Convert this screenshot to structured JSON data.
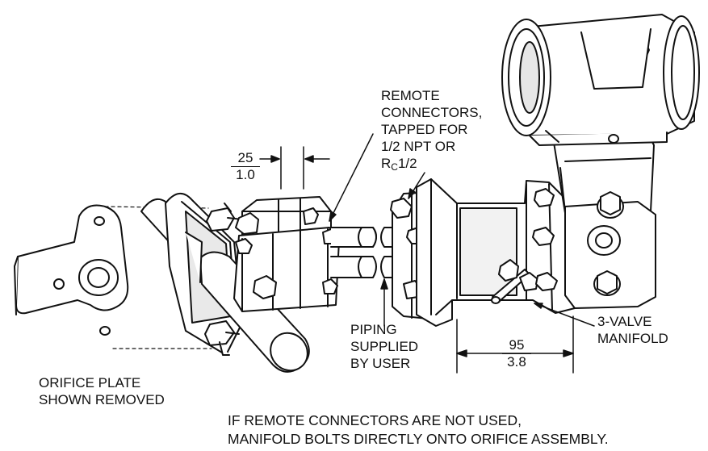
{
  "labels": {
    "remote_connectors": [
      "REMOTE",
      "CONNECTORS,",
      "TAPPED FOR",
      "1/2 NPT OR"
    ],
    "rc_prefix": "R",
    "rc_sub": "C",
    "rc_suffix": "1/2",
    "piping": [
      "PIPING",
      "SUPPLIED",
      "BY USER"
    ],
    "manifold": [
      "3-VALVE",
      "MANIFOLD"
    ],
    "orifice": [
      "ORIFICE PLATE",
      "SHOWN REMOVED"
    ],
    "note": [
      "IF REMOTE CONNECTORS ARE NOT USED,",
      "MANIFOLD BOLTS DIRECTLY ONTO ORIFICE ASSEMBLY."
    ]
  },
  "dimensions": {
    "connector_gap": {
      "numerator": "25",
      "denominator": "1.0"
    },
    "manifold_width": {
      "numerator": "95",
      "denominator": "3.8"
    }
  }
}
